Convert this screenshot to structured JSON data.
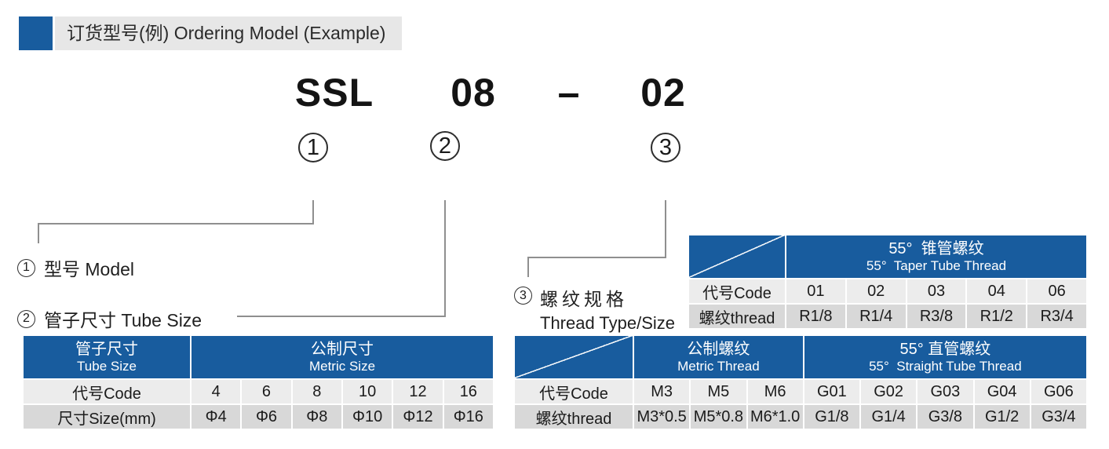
{
  "page": {
    "title_bar": "订货型号(例) Ordering Model (Example)"
  },
  "model_example": {
    "segments": [
      {
        "code": "SSL",
        "marker": "1"
      },
      {
        "code": "08",
        "marker": "2"
      },
      {
        "code": "–",
        "marker": ""
      },
      {
        "code": "02",
        "marker": "3"
      }
    ]
  },
  "legend": {
    "item1": {
      "num": "1",
      "label": "型号 Model"
    },
    "item2": {
      "num": "2",
      "label": "管子尺寸 Tube Size"
    },
    "item3": {
      "num": "3",
      "label_zh": "螺纹规格",
      "label_en": "Thread Type/Size"
    }
  },
  "tables": {
    "tube_size": {
      "header": [
        {
          "zh": "管子尺寸",
          "en": "Tube Size"
        },
        {
          "zh": "公制尺寸",
          "en": "Metric Size"
        }
      ],
      "rows": [
        {
          "label": "代号Code",
          "values": [
            "4",
            "6",
            "8",
            "10",
            "12",
            "16"
          ]
        },
        {
          "label": "尺寸Size(mm)",
          "values": [
            "Φ4",
            "Φ6",
            "Φ8",
            "Φ10",
            "Φ12",
            "Φ16"
          ]
        }
      ]
    },
    "taper_thread": {
      "header": {
        "zh": "55°  锥管螺纹",
        "en": "55°  Taper Tube Thread"
      },
      "rows": [
        {
          "label": "代号Code",
          "values": [
            "01",
            "02",
            "03",
            "04",
            "06"
          ]
        },
        {
          "label": "螺纹thread",
          "values": [
            "R1/8",
            "R1/4",
            "R3/8",
            "R1/2",
            "R3/4"
          ]
        }
      ]
    },
    "metric_straight_thread": {
      "header_metric": {
        "zh": "公制螺纹",
        "en": "Metric Thread"
      },
      "header_straight": {
        "zh": "55° 直管螺纹",
        "en": "55°  Straight Tube Thread"
      },
      "rows": [
        {
          "label": "代号Code",
          "values": [
            "M3",
            "M5",
            "M6",
            "G01",
            "G02",
            "G03",
            "G04",
            "G06"
          ]
        },
        {
          "label": "螺纹thread",
          "values": [
            "M3*0.5",
            "M5*0.8",
            "M6*1.0",
            "G1/8",
            "G1/4",
            "G3/8",
            "G1/2",
            "G3/4"
          ]
        }
      ]
    }
  },
  "colors": {
    "accent_blue": "#185c9e",
    "title_bar_gray": "#e7e7e7",
    "row_light": "#ececec",
    "row_dark": "#d8d8d8",
    "connector_gray": "#8f8f8f",
    "header_text": "#ffffff"
  }
}
